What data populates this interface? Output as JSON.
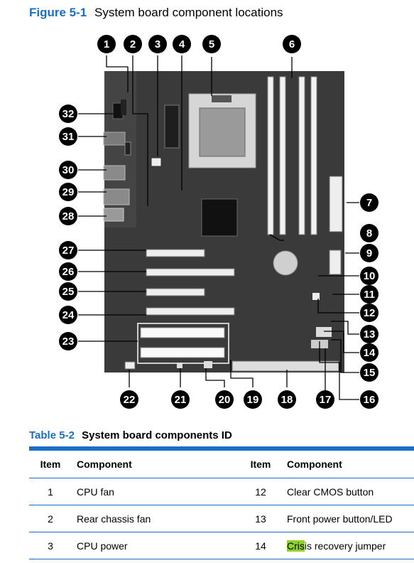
{
  "figure": {
    "label": "Figure 5-1",
    "title": "System board component locations",
    "callouts": [
      "1",
      "2",
      "3",
      "4",
      "5",
      "6",
      "7",
      "8",
      "9",
      "10",
      "11",
      "12",
      "13",
      "14",
      "15",
      "16",
      "17",
      "18",
      "19",
      "20",
      "21",
      "22",
      "23",
      "24",
      "25",
      "26",
      "27",
      "28",
      "29",
      "30",
      "31",
      "32"
    ]
  },
  "table": {
    "label": "Table 5-2",
    "title": "System board components ID",
    "headers": [
      "Item",
      "Component",
      "Item",
      "Component"
    ],
    "rows": [
      {
        "item1": "1",
        "comp1": "CPU fan",
        "item2": "12",
        "comp2": "Clear CMOS button",
        "comp2_highlight": "",
        "comp2_rest": ""
      },
      {
        "item1": "2",
        "comp1": "Rear chassis fan",
        "item2": "13",
        "comp2": "Front power button/LED",
        "comp2_highlight": "",
        "comp2_rest": ""
      },
      {
        "item1": "3",
        "comp1": "CPU power",
        "item2": "14",
        "comp2": "",
        "comp2_highlight": "Cris",
        "comp2_rest": "is recovery jumper"
      }
    ]
  },
  "colors": {
    "accent": "#1a6fc4",
    "board": "#3c3c3c",
    "highlight": "#8ed12b"
  }
}
